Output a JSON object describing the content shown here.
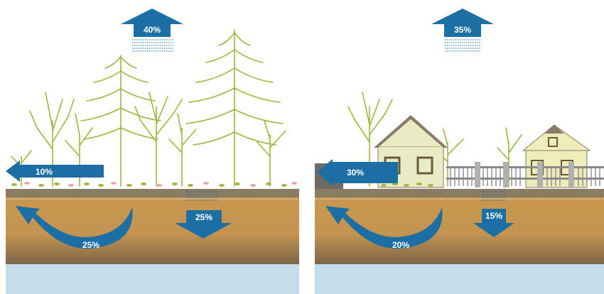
{
  "colors": {
    "arrow": "#1b6fa5",
    "soil_top": "#8a7b63",
    "soil": "#c9974f",
    "soil_dark": "#7a6649",
    "groundwater": "#c4dde9",
    "plant": "#9cb83e",
    "house_wall": "#e9ebc3",
    "house_roof": "#8c7a68",
    "window": "#6b5a3a"
  },
  "panels": [
    {
      "name": "natural",
      "evaporation": "40%",
      "runoff": "10%",
      "shallow_infiltration": "25%",
      "deep_infiltration": "25%"
    },
    {
      "name": "developed",
      "evaporation": "35%",
      "runoff": "30%",
      "shallow_infiltration": "20%",
      "deep_infiltration": "15%"
    }
  ]
}
